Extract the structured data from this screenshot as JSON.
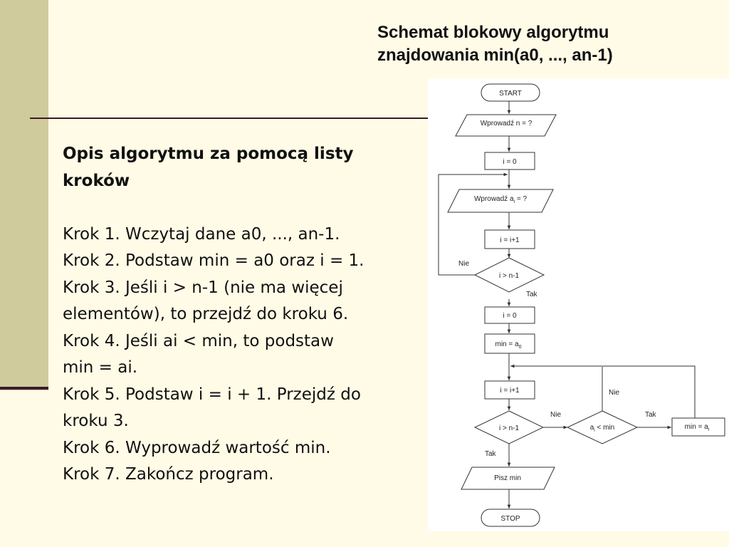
{
  "title": {
    "line1": "Schemat blokowy algorytmu",
    "line2": "znajdowania min(a0, ..., an-1)"
  },
  "description": {
    "heading1": "Opis algorytmu za pomocą listy",
    "heading2": "kroków",
    "lines": [
      "Krok 1. Wczytaj dane a0, ..., an-1.",
      "Krok 2. Podstaw min = a0 oraz i = 1.",
      "Krok 3. Jeśli i > n-1 (nie ma więcej",
      "elementów), to przejdź do kroku 6.",
      "Krok 4. Jeśli ai < min, to podstaw",
      "min = ai.",
      "Krok 5. Podstaw i = i + 1. Przejdź do",
      "kroku 3.",
      "Krok 6. Wyprowadź wartość min.",
      "Krok 7. Zakończ program."
    ]
  },
  "flowchart": {
    "start": "START",
    "input_n": "Wprowadź n = ?",
    "init_i": "i = 0",
    "input_a_prefix": "Wprowadź a",
    "input_a_sub": "i",
    "input_a_suffix": " = ?",
    "incr_i": "i = i+1",
    "cond1": "i > n-1",
    "label_nie1": "Nie",
    "label_tak1": "Tak",
    "reset_i": "i = 0",
    "min_init_prefix": "min = a",
    "min_init_sub": "0",
    "incr_i2": "i = i+1",
    "cond2": "i > n-1",
    "label_nie2": "Nie",
    "label_tak2": "Tak",
    "cond3_prefix": "a",
    "cond3_sub": "i",
    "cond3_suffix": " < min",
    "label_nie3": "Nie",
    "label_tak3": "Tak",
    "assign_min_prefix": "min = a",
    "assign_min_sub": "i",
    "output": "Pisz min",
    "stop": "STOP"
  }
}
